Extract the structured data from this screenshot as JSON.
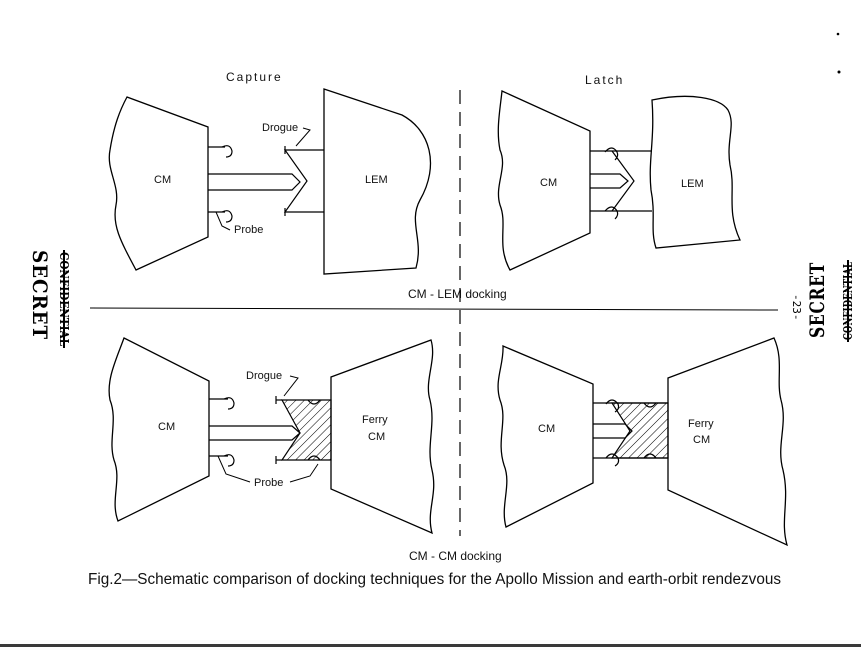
{
  "panels": {
    "capture": {
      "title": "Capture",
      "cm": "CM",
      "lem": "LEM",
      "drogue": "Drogue",
      "probe": "Probe"
    },
    "latch": {
      "title": "Latch",
      "cm": "CM",
      "lem": "LEM"
    },
    "cm_ferry_capture": {
      "cm": "CM",
      "ferry_line1": "Ferry",
      "ferry_line2": "CM",
      "drogue": "Drogue",
      "probe": "Probe"
    },
    "cm_ferry_latch": {
      "cm": "CM",
      "ferry_line1": "Ferry",
      "ferry_line2": "CM"
    }
  },
  "captions": {
    "top": "CM - LEM docking",
    "bottom": "CM - CM docking"
  },
  "figure_caption": "Fig.2—Schematic comparison of docking techniques for the Apollo Mission and earth-orbit rendezvous",
  "margin": {
    "left_stamp": "SECRET",
    "left_stamp_sub": "CONFIDENTIAL",
    "right_stamp": "SECRET",
    "right_stamp_sub": "CONFIDENTIAL",
    "page_number": "-23-"
  }
}
